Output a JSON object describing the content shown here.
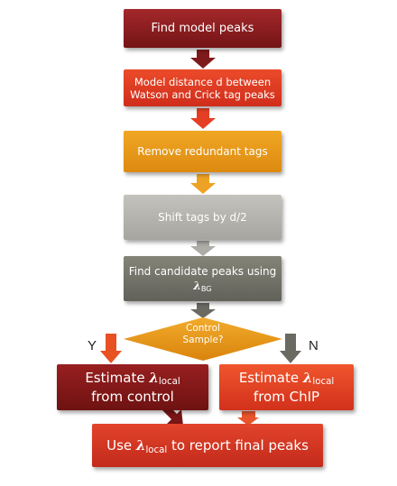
{
  "steps": {
    "find_model_peaks": "Find model peaks",
    "model_distance": "Model distance d between Watson and Crick tag peaks",
    "remove_redundant": "Remove redundant tags",
    "shift_tags": "Shift tags by d/2",
    "find_candidates": "Find candidate peaks using",
    "lambda_symbol": "λ",
    "bg_subscript": "BG",
    "decision": "Control Sample?",
    "yes_label": "Y",
    "no_label": "N",
    "estimate_word": "Estimate",
    "local_subscript": "local",
    "from_control": "from control",
    "from_chip": "from ChIP",
    "use_word": "Use",
    "report_final": "to report final peaks"
  },
  "colors": {
    "dark_red": "#8b1c1e",
    "red_orange": "#e23d23",
    "amber": "#e8981a",
    "light_gray": "#b5b3ad",
    "dark_gray": "#6e6d65",
    "diamond_fill": "#e49414"
  }
}
